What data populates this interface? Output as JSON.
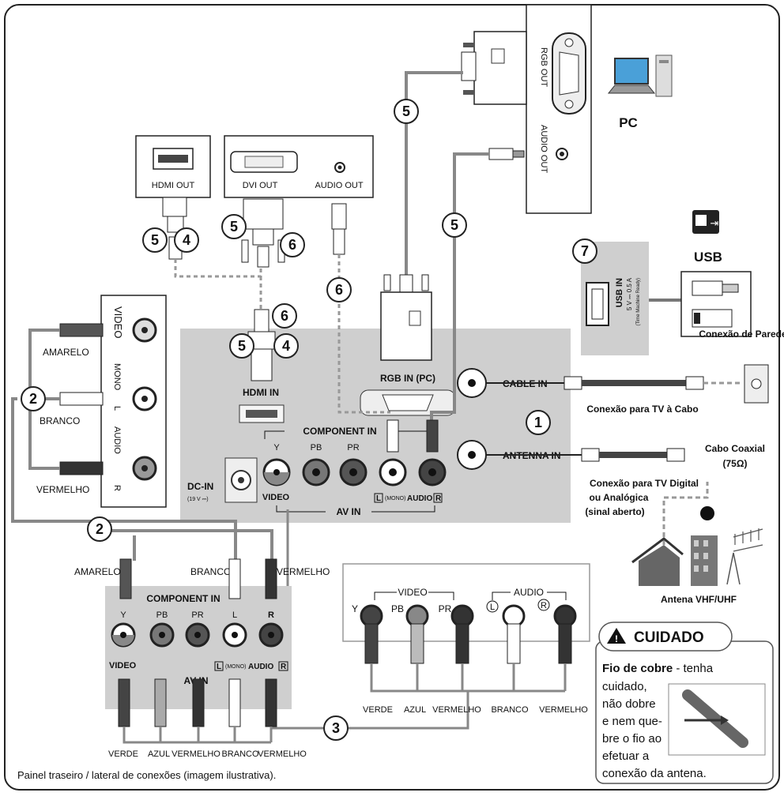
{
  "numbers": {
    "n1": "1",
    "n2": "2",
    "n3": "3",
    "n4": "4",
    "n5": "5",
    "n6": "6",
    "n7": "7"
  },
  "pc": {
    "title": "PC",
    "rgb_out": "RGB OUT",
    "audio_out": "AUDIO OUT"
  },
  "usb": {
    "title": "USB",
    "port": "USB IN",
    "spec": "5 V ⎓ 0.5 A",
    "note": "(Time Machine Ready)"
  },
  "hdmi_source": {
    "port": "HDMI OUT"
  },
  "dvi_source": {
    "port": "DVI OUT",
    "audio": "AUDIO OUT"
  },
  "tv": {
    "hdmi_in": "HDMI IN",
    "rgb_in": "RGB IN (PC)",
    "cable_in": "CABLE IN",
    "antenna_in": "ANTENNA IN",
    "component_in": "COMPONENT IN",
    "dc_in": "DC-IN",
    "dc_spec": "(19 V ⎓)",
    "video": "VIDEO",
    "av_in": "AV  IN",
    "jacks": [
      "Y",
      "PB",
      "PR"
    ],
    "audio_l": "L",
    "mono": "(MONO)",
    "audio": "AUDIO",
    "audio_r": "R"
  },
  "av_source": {
    "video": "VIDEO",
    "mono": "MONO",
    "l": "L",
    "audio": "AUDIO",
    "r": "R",
    "amarelo": "AMARELO",
    "branco": "BRANCO",
    "vermelho": "VERMELHO"
  },
  "cable": {
    "parede": "Conexão de Parede",
    "tv_cabo": "Conexão para TV à Cabo",
    "coaxial": "Cabo Coaxial",
    "ohm": "(75Ω)",
    "digital_1": "Conexão para TV Digital",
    "digital_2": "ou Analógica",
    "digital_3": "(sinal aberto)",
    "antena": "Antena  VHF/UHF"
  },
  "bottom_panel": {
    "amarelo": "AMARELO",
    "branco": "BRANCO",
    "vermelho": "VERMELHO",
    "component_in": "COMPONENT IN",
    "jacks": [
      "Y",
      "PB",
      "PR",
      "L",
      "R"
    ],
    "video": "VIDEO",
    "av_in": "AV IN",
    "l": "L",
    "mono": "(MONO)",
    "audio": "AUDIO",
    "r": "R",
    "cable_colors": [
      "VERDE",
      "AZUL",
      "VERMELHO",
      "BRANCO",
      "VERMELHO"
    ]
  },
  "component_source": {
    "video": "VIDEO",
    "audio": "AUDIO",
    "jacks": [
      "Y",
      "PB",
      "PR",
      "L",
      "R"
    ],
    "cable_colors": [
      "VERDE",
      "AZUL",
      "VERMELHO",
      "BRANCO",
      "VERMELHO"
    ]
  },
  "caution": {
    "title": "CUIDADO",
    "bold": "Fio de cobre",
    "rest_1": " - tenha",
    "lines": [
      "cuidado,",
      "não dobre",
      "e nem que-",
      "bre o fio ao",
      "efetuar a",
      "conexão da antena."
    ]
  },
  "footer": "Painel traseiro / lateral de conexões (imagem ilustrativa).",
  "colors": {
    "panel": "#cfcfcf",
    "panel_light": "#dcdcdc",
    "border": "#222222",
    "dash": "#9a9a9a",
    "white": "#ffffff"
  }
}
